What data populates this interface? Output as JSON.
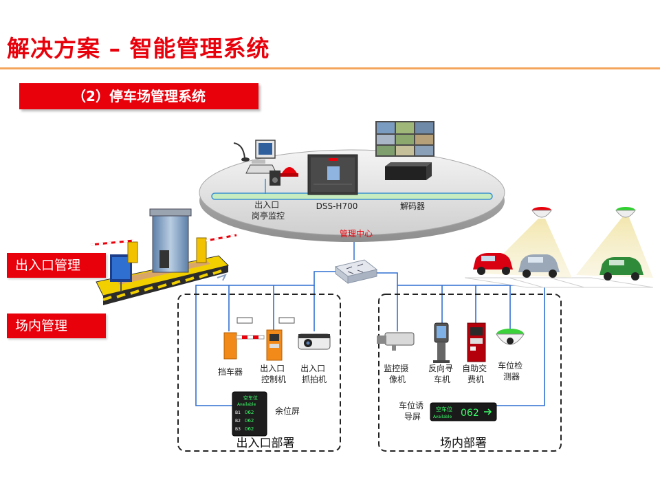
{
  "slide": {
    "title": "解决方案 – 智能管理系统",
    "section": "（2）停车场管理系统"
  },
  "side_tags": {
    "entrance": "出入口管理",
    "parking": "场内管理"
  },
  "center": {
    "label": "管理中心",
    "nodes": {
      "booth": [
        "出入口",
        "岗亭监控"
      ],
      "dss": "DSS-H700",
      "decoder": "解码器"
    }
  },
  "entrance_zone": {
    "label": "出入口部署",
    "devices": {
      "barrier": "挡车器",
      "controller": [
        "出入口",
        "控制机"
      ],
      "camera": [
        "出入口",
        "抓拍机"
      ],
      "screen": "余位屏"
    }
  },
  "parking_zone": {
    "label": "场内部署",
    "devices": {
      "monitor": [
        "监控摄",
        "像机"
      ],
      "finder": [
        "反向寻",
        "车机"
      ],
      "payment": [
        "自助交",
        "费机"
      ],
      "detector": [
        "车位检",
        "测器"
      ],
      "guide": [
        "车位诱",
        "导屏"
      ]
    }
  },
  "displays": {
    "free_space": "空车位",
    "available": "Available",
    "count": "062",
    "rows": [
      {
        "id": "B1",
        "num": "062"
      },
      {
        "id": "B2",
        "num": "062"
      },
      {
        "id": "B3",
        "num": "062"
      }
    ]
  },
  "colors": {
    "accent_red": "#e8000b",
    "rule_orange": "#f5a45c",
    "link_blue": "#2f6fd0",
    "display_green": "#3cff6a"
  },
  "icons": {
    "switch": "network-switch-icon",
    "detector_red": "red-indicator-light-icon",
    "detector_green": "green-indicator-light-icon"
  }
}
